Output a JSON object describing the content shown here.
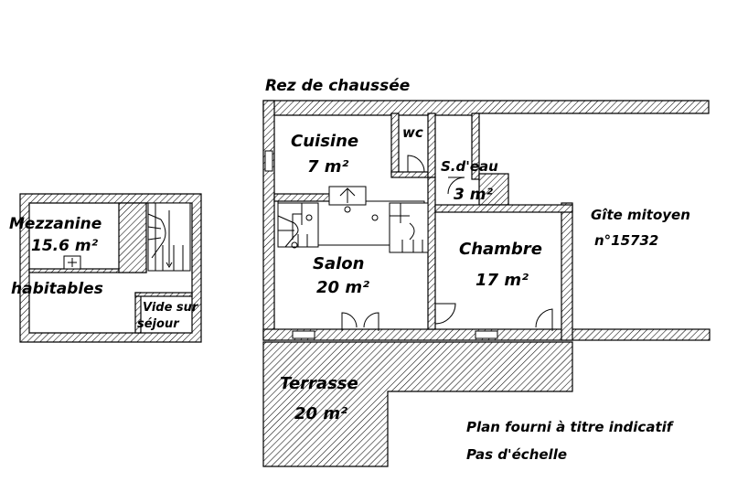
{
  "floor_title": "Rez de chaussée",
  "rooms": {
    "cuisine": {
      "name": "Cuisine",
      "area": "7 m²"
    },
    "wc": {
      "name": "wc"
    },
    "sdeau": {
      "name": "S.d'eau",
      "area": "3 m²"
    },
    "salon": {
      "name": "Salon",
      "area": "20 m²"
    },
    "chambre": {
      "name": "Chambre",
      "area": "17 m²"
    },
    "terrasse": {
      "name": "Terrasse",
      "area": "20 m²"
    },
    "mezzanine": {
      "name": "Mezzanine",
      "area": "15.6 m²",
      "note": "habitables"
    },
    "vide": {
      "line1": "Vide sur",
      "line2": "séjour"
    }
  },
  "neighbor": {
    "line1": "Gîte mitoyen",
    "line2": "n°15732"
  },
  "notes": {
    "line1": "Plan fourni à titre indicatif",
    "line2": "Pas d'échelle"
  },
  "colors": {
    "wall_hatch": "#000000",
    "background": "#ffffff"
  }
}
